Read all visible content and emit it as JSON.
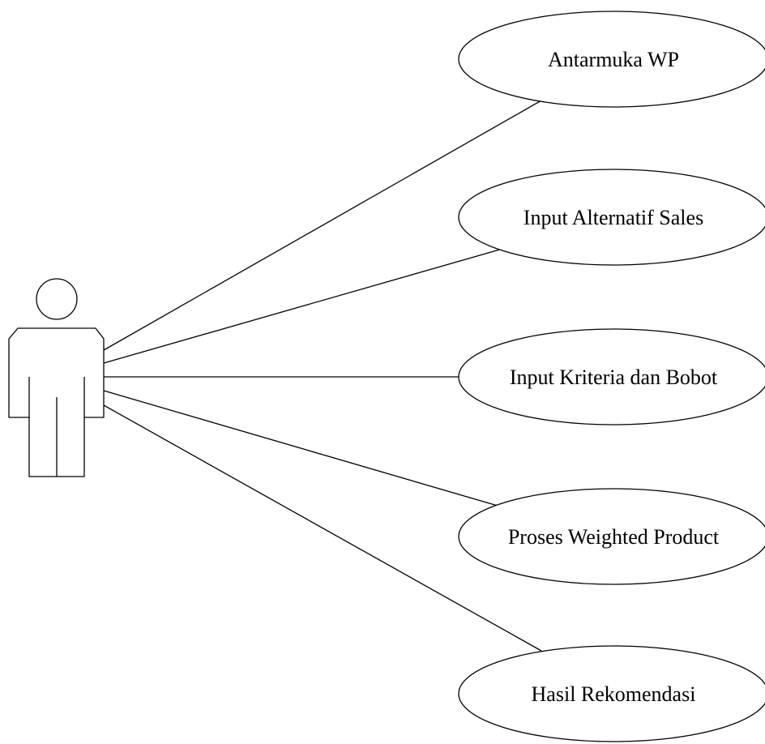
{
  "diagram": {
    "actor": {
      "icon": "actor-stick-figure-icon"
    },
    "use_cases": [
      {
        "label": "Antarmuka WP"
      },
      {
        "label": "Input Alternatif Sales"
      },
      {
        "label": "Input Kriteria dan Bobot"
      },
      {
        "label": "Proses Weighted Product"
      },
      {
        "label": "Hasil Rekomendasi"
      }
    ]
  }
}
